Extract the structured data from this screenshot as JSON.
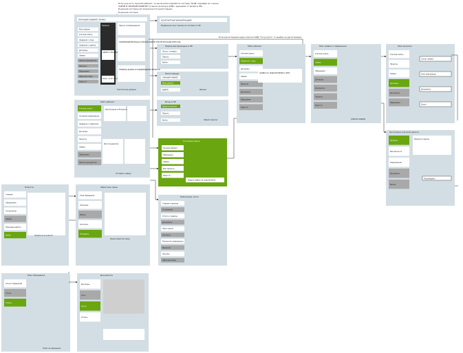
{
  "top_note": {
    "line1": "Если уже есть личный кабинет, то вы можете перейти в систему \"КПД\" перейдя по ссылке",
    "line2": "ЗАЙТИ В ЛИЧНЫЙ КАБИНЕТ (ссылка на вход в КПД с данными от входа в ЛК)",
    "line3": "В данной системе нет возможности регистрации",
    "line4": "В данной системе"
  },
  "bridge_note": "Если регистрация через портал КПД \"Госуслуги\", то выбор из регистрации",
  "header_bar": {
    "title": "КОНТАКТНАЯ ИНФОРМАЦИЯ",
    "subtitle": "Модальное окно \"выход из системы\" в ЛК"
  },
  "panels": {
    "main_list": {
      "header": "ЛИЧНЫЙ КАБИНЕТ ИНФО",
      "items": [
        "Мой кабинет",
        "Учетная запись",
        "Сведения о лице",
        "Сведения о здании",
        "Договоры",
        "Заявки",
        "Пакеты документов",
        "Проекты",
        "Обращения",
        "Обратная связь",
        "Новости"
      ],
      "dark_label": "Пример",
      "dark_sub": "ОБЪЕКТ СТРОИТЕЛЬСТВА",
      "dark_note": "Заказ - № 12 / Статус",
      "side_a": "Пароль подтверждения",
      "side_b": "ПОДТВЕРЖДЕНИЕ ВХОДА В ЛИЧНЫЙ КАБИНЕТ ИЛИ РЕГИСТРАЦИЯ ЧЕРЕЗ КПД",
      "side_c": "ПРОВЕРКА ДАННЫХ И ПОДТВЕРЖДЕНИЕ ЛИЧНОСТИ",
      "footer": "Контактные данные"
    },
    "second_list": {
      "header": "Мой кабинет",
      "items": [
        "Учетная запись",
        "Основная информация",
        "Сведения о заявителе",
        "Договоры",
        "Проекты",
        "Заявки",
        "Обращения",
        "Пакеты документов"
      ],
      "body": "Регистрация в ЛК выполнена успешно",
      "body2": "Имя пользователя",
      "footer": "Оставить заявку"
    },
    "login_a": {
      "title": "Форма авторизации в ЛК",
      "rows": [
        "Логин / телефон",
        "Пароль",
        "Войти"
      ]
    },
    "login_b": {
      "title": "Регистрация",
      "rows": [
        "ЛИЧНЫЙ КАБИНЕТ",
        "Ввод данных",
        "ВОЙТИ"
      ],
      "note": "Данные"
    },
    "login_c": {
      "title": "Вход в ЛК",
      "rows": [
        "Введите данные",
        "Пароль",
        "Войти"
      ],
      "note": "Забыли пароль?"
    },
    "green_menu": {
      "title": "Основное меню",
      "items": [
        "Личный кабинет",
        "Обращения",
        "Заявки",
        "Мои проекты",
        "Новости"
      ],
      "button": "Подать заявку на подключение"
    },
    "mid_list": {
      "title": "Публичная часть",
      "items": [
        "Главная страница",
        "О компании",
        "Услуги и сервисы",
        "Документы",
        "Пресс-центр",
        "Контакты",
        "Раскрытие информации",
        "Вакансии",
        "Закупки",
        "Обратная связь"
      ]
    },
    "col_a": {
      "title": "Мой кабинет",
      "items": [
        "Учетная запись",
        "Сведения о лице",
        "Договоры",
        "Заявки",
        "Проекты",
        "Документы",
        "Обращения",
        "Новости"
      ],
      "note": "ЗАЯВКА НА ПОДКЛЮЧЕНИЕ К СЕТИ"
    },
    "col_b": {
      "title": "Мои заявки и обращения",
      "items": [
        "Учетная запись",
        "Заявки",
        "Обращения",
        "Договоры",
        "Документы",
        "Проекты",
        "Новости"
      ],
      "note": "СПИСОК ЗАЯВОК"
    },
    "col_c": {
      "title": "Мои проекты",
      "items": [
        "Учетная запись",
        "Проекты",
        "Заявки",
        "Договоры",
        "Документы",
        "Обращения"
      ],
      "notes": [
        "Статус заявки",
        "Этап реализации",
        "Документы",
        "Сроки"
      ]
    },
    "col_d": {
      "title": "Настройки учетной записи",
      "items": [
        "Профиль",
        "Безопасность",
        "Уведомления",
        "Документы",
        "Выход"
      ],
      "notes": [
        "Изменить пароль",
        "Подтвердить"
      ]
    },
    "bottom_left": {
      "title": "Новости",
      "items": [
        "Главная",
        "Объявления",
        "Отключения",
        "Аварии",
        "Плановые работы",
        "Архив"
      ],
      "note": "Подписка на новости"
    },
    "bottom_mid": {
      "title": "Обратная связь",
      "items": [
        "Тема обращения",
        "Описание",
        "Файлы",
        "Контакты",
        "Отправить"
      ],
      "note": "Форма обратной связи"
    },
    "bottom_right": {
      "title": "Мои обращения",
      "items": [
        "Список обращений",
        "Статус",
        "Ответы"
      ],
      "note": "Ответ на обращение"
    },
    "bottom_far": {
      "title": "Документы",
      "items": [
        "Договоры",
        "Акты",
        "Счета",
        "Отчеты"
      ]
    }
  }
}
